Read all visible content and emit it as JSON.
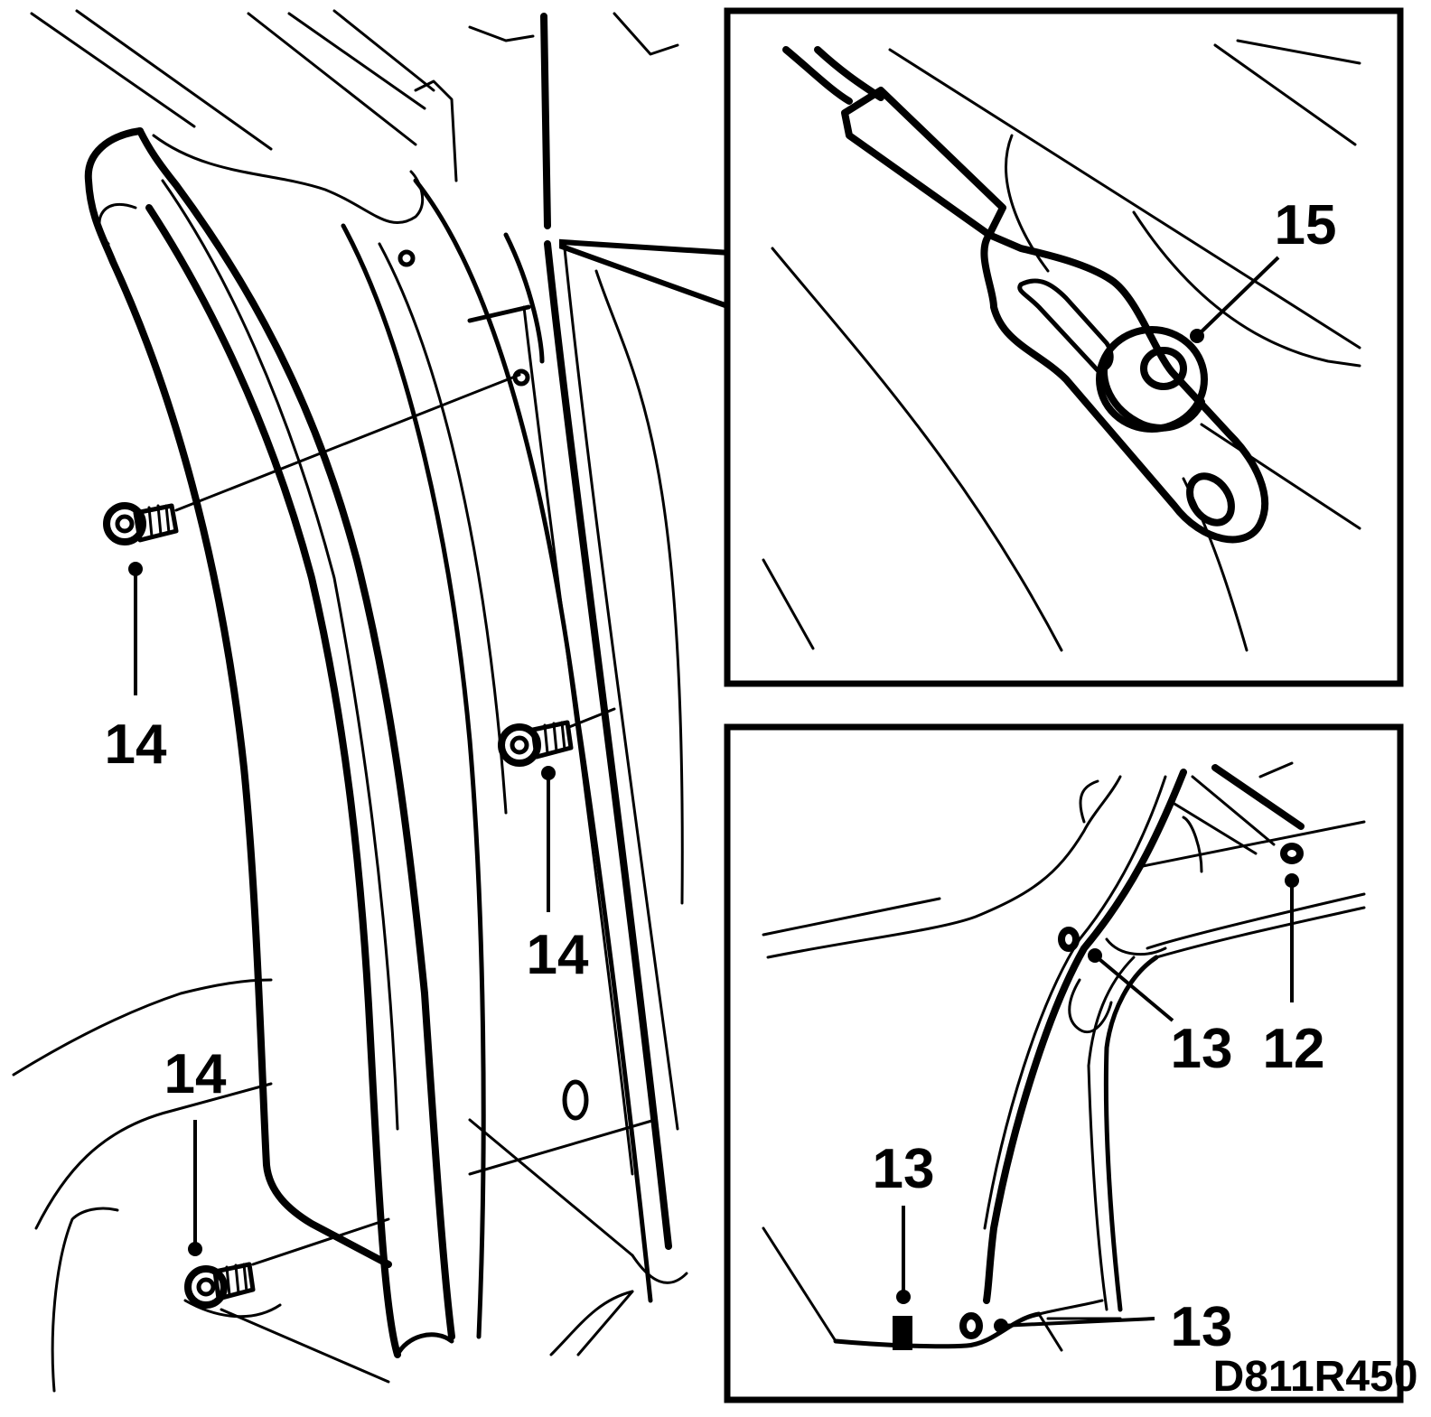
{
  "diagram": {
    "main_view": {
      "callouts": [
        {
          "id": "screw-upper-left",
          "label": "14"
        },
        {
          "id": "screw-middle",
          "label": "14"
        },
        {
          "id": "screw-lower",
          "label": "14"
        }
      ]
    },
    "detail_top": {
      "callouts": [
        {
          "id": "bolt-bracket",
          "label": "15"
        }
      ]
    },
    "detail_bottom": {
      "callouts": [
        {
          "id": "clip-right",
          "label": "12"
        },
        {
          "id": "clip-mid",
          "label": "13"
        },
        {
          "id": "clip-bottom-left",
          "label": "13"
        },
        {
          "id": "clip-bottom-right",
          "label": "13"
        }
      ]
    },
    "figure_id": "D811R450"
  }
}
